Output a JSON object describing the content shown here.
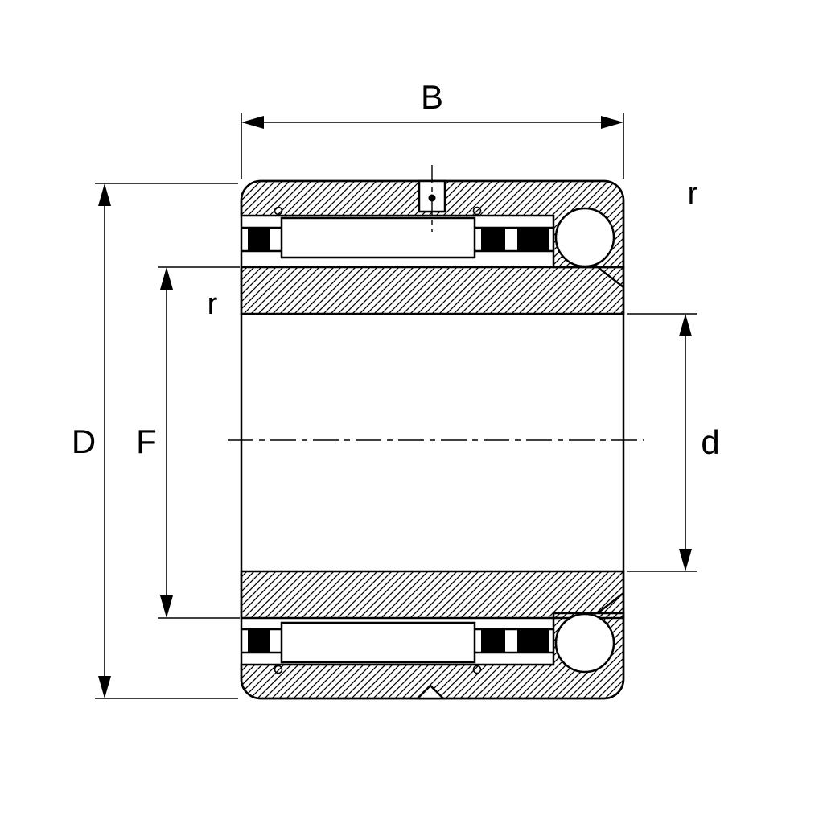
{
  "diagram": {
    "type": "bearing-cross-section-technical-drawing",
    "labels": {
      "width_top": "B",
      "outer_diameter_left": "D",
      "raceway_diameter_left": "F",
      "bore_diameter_right": "d",
      "fillet_top_right": "r",
      "fillet_inner_left": "r"
    },
    "colors": {
      "line": "#000000",
      "background": "#ffffff",
      "solid_fill": "#000000"
    }
  }
}
